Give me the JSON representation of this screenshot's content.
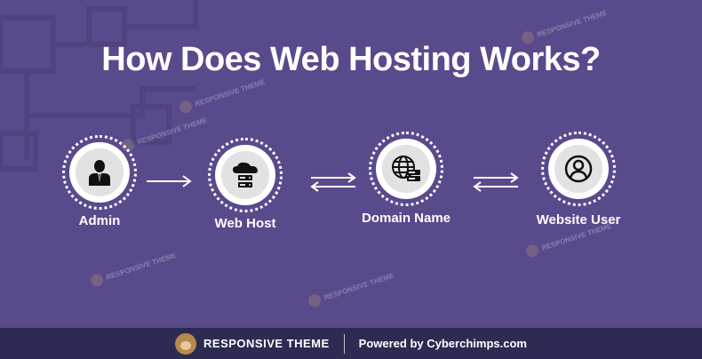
{
  "title": "How Does Web Hosting Works?",
  "nodes": [
    {
      "label": "Admin",
      "icon": "admin-user-icon"
    },
    {
      "label": "Web Host",
      "icon": "cloud-server-icon"
    },
    {
      "label": "Domain Name",
      "icon": "globe-server-icon"
    },
    {
      "label": "Website User",
      "icon": "user-circle-icon"
    }
  ],
  "connectors": [
    {
      "from": "Admin",
      "to": "Web Host",
      "direction": "one-way"
    },
    {
      "from": "Web Host",
      "to": "Domain Name",
      "direction": "two-way"
    },
    {
      "from": "Domain Name",
      "to": "Website User",
      "direction": "two-way"
    }
  ],
  "watermark": "RESPONSIVE THEME",
  "footer": {
    "brand": "RESPONSIVE THEME",
    "powered_by": "Powered by Cyberchimps.com"
  },
  "colors": {
    "background": "#594a8c",
    "footer": "#2d2b52",
    "text": "#ffffff",
    "icon_circle": "#e2e2e2"
  }
}
